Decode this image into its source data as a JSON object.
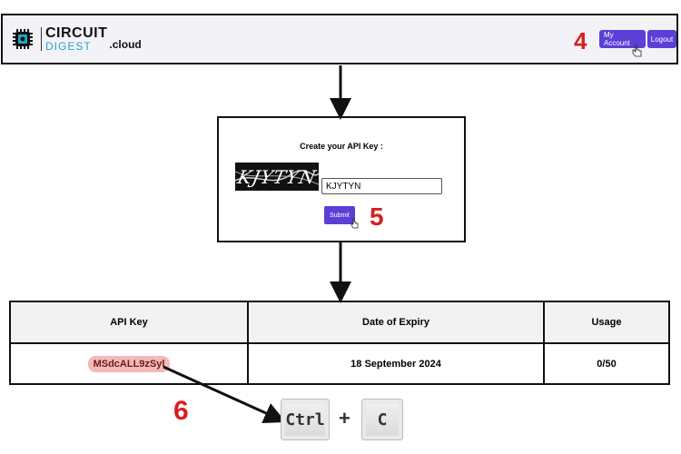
{
  "header": {
    "logo_main": "CIRCUIT",
    "logo_sub": "DIGEST",
    "logo_domain": ".cloud",
    "step_label": "4",
    "my_account_label": "My Account",
    "logout_label": "Logout",
    "accent_color": "#5b3fd6"
  },
  "captcha_card": {
    "title": "Create your API Key :",
    "captcha_text": "KJYTYN",
    "input_value": "KJYTYN",
    "submit_label": "Submit",
    "step_label": "5"
  },
  "api_table": {
    "headers": [
      "API Key",
      "Date of Expiry",
      "Usage"
    ],
    "rows": [
      {
        "api_key": "MSdcALL9zSyl",
        "expiry": "18 September 2024",
        "usage": "0/50"
      }
    ]
  },
  "shortcut": {
    "step_label": "6",
    "keys": [
      "Ctrl",
      "C"
    ],
    "separator": "+"
  },
  "colors": {
    "step_number": "#d71f1f",
    "button": "#5b3fd6",
    "key_highlight": "#f3b9b9"
  }
}
